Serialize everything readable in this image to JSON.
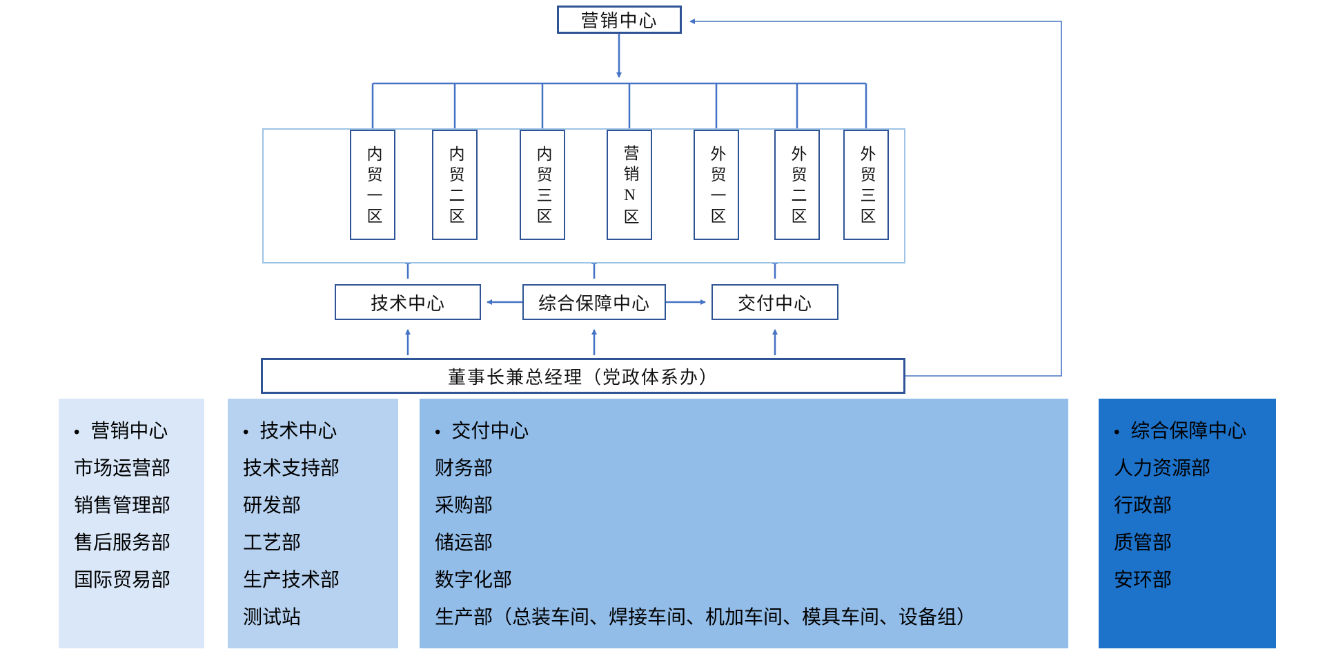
{
  "ui": {
    "bullet": "•"
  },
  "colors": {
    "line": "#4472c4",
    "box_border": "#2f5496",
    "container_border": "#9dc3e6",
    "column1_bg": "#d9e7f8",
    "column2_bg": "#b7d2f0",
    "column3_bg": "#92bde9",
    "column4_bg": "#1d72ca"
  },
  "diagram": {
    "top_center": {
      "label": "营销中心"
    },
    "zones": [
      {
        "label": "内贸一区"
      },
      {
        "label": "内贸二区"
      },
      {
        "label": "内贸三区"
      },
      {
        "label": "营销N区"
      },
      {
        "label": "外贸一区"
      },
      {
        "label": "外贸二区"
      },
      {
        "label": "外贸三区"
      }
    ],
    "centers": [
      {
        "label": "技术中心"
      },
      {
        "label": "综合保障中心"
      },
      {
        "label": "交付中心"
      }
    ],
    "chairman": {
      "label": "董事长兼总经理（党政体系办）"
    }
  },
  "legend_columns": [
    {
      "header": "营销中心",
      "items": [
        "市场运营部",
        "销售管理部",
        "售后服务部",
        "国际贸易部"
      ]
    },
    {
      "header": "技术中心",
      "items": [
        "技术支持部",
        "研发部",
        "工艺部",
        "生产技术部",
        "测试站"
      ]
    },
    {
      "header": "交付中心",
      "items": [
        "财务部",
        "采购部",
        "储运部",
        "数字化部",
        "生产部（总装车间、焊接车间、机加车间、模具车间、设备组）"
      ]
    },
    {
      "header": "综合保障中心",
      "items": [
        "人力资源部",
        "行政部",
        "质管部",
        "安环部"
      ]
    }
  ]
}
